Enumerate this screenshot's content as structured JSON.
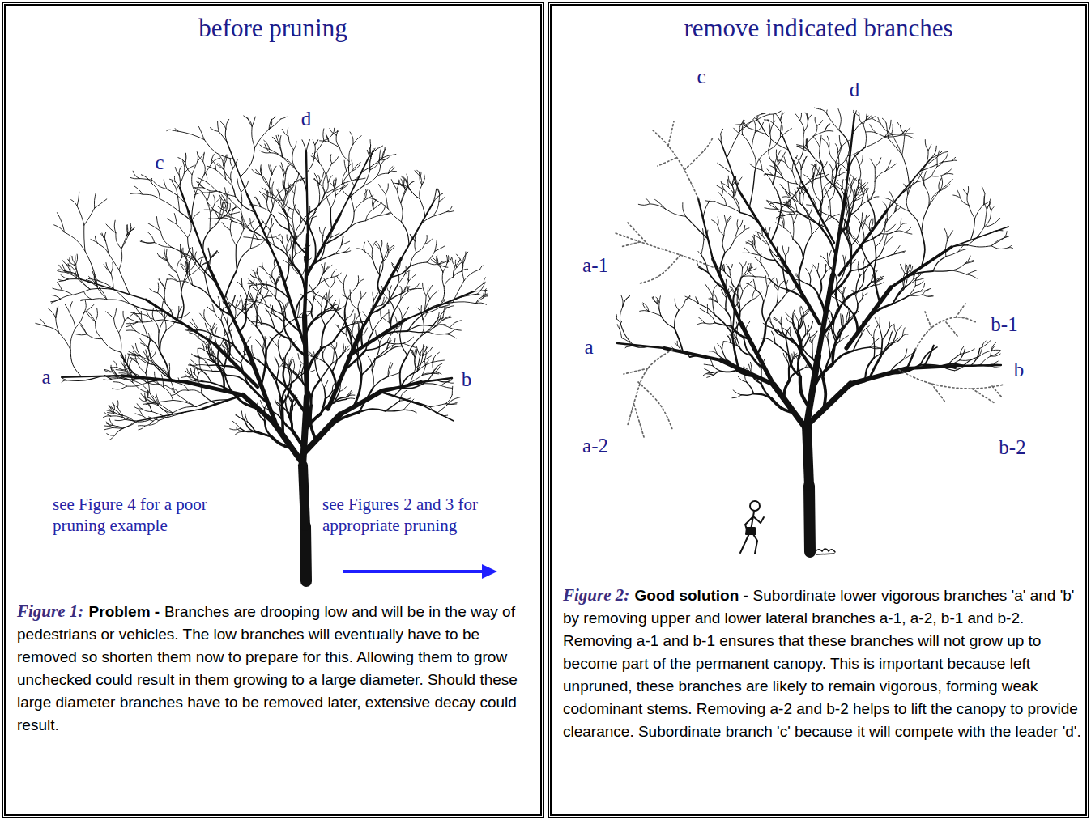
{
  "diagram": {
    "nodes": [
      {
        "text": [
          "before pruning",
          "Figure 1:",
          "Problem -",
          "Branches are drooping low and will be in the way of pedestrians or vehicles. The low branches will eventually have to be removed so shorten them now to prepare for this. Allowing them to grow unchecked could result in them growing to a large diameter. Should these large diameter branches have to be removed later, extensive decay could result."
        ]
      },
      {
        "text": [
          "remove indicated branches",
          "Figure 2:",
          "Good solution -",
          "Subordinate lower vigorous branches 'a' and 'b' by removing upper and lower lateral branches a-1, a-2, b-1 and b-2. Removing a-1 and b-1 ensures that these branches will not grow up to become part of the permanent canopy. This is important because left unpruned, these branches are likely to remain vigorous, forming weak codominant stems. Removing a-2 and b-2 helps to lift the canopy to provide clearance. Subordinate branch 'c' because it will compete with the leader 'd'."
        ]
      }
    ],
    "labels": [
      "d",
      "c",
      "a",
      "b",
      "see Figure 4 for a poor pruning example",
      "see Figures 2 and 3 for appropriate pruning",
      "d",
      "c",
      "a-1",
      "a",
      "b-1",
      "b",
      "a-2",
      "b-2"
    ]
  }
}
